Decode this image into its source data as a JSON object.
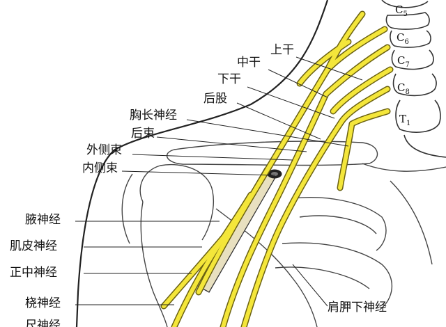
{
  "vertebrae": [
    {
      "letter": "C",
      "sub": "5"
    },
    {
      "letter": "C",
      "sub": "6"
    },
    {
      "letter": "C",
      "sub": "7"
    },
    {
      "letter": "C",
      "sub": "8"
    },
    {
      "letter": "T",
      "sub": "1"
    }
  ],
  "labels": {
    "upper_trunk": "上干",
    "middle_trunk": "中干",
    "lower_trunk": "下干",
    "posterior_division": "后股",
    "long_thoracic_nerve": "胸长神经",
    "posterior_cord": "后束",
    "lateral_cord": "外侧束",
    "medial_cord": "内侧束",
    "axillary_nerve": "腋神经",
    "musculocutaneous_nerve": "肌皮神经",
    "median_nerve": "正中神经",
    "radial_nerve": "桡神经",
    "ulnar_nerve": "尺神经",
    "subscapular_nerve": "肩胛下神经"
  },
  "colors": {
    "nerve": "#f4e63a",
    "nerve_outline": "#6b6212",
    "ink": "#222222",
    "background": "#ffffff"
  }
}
